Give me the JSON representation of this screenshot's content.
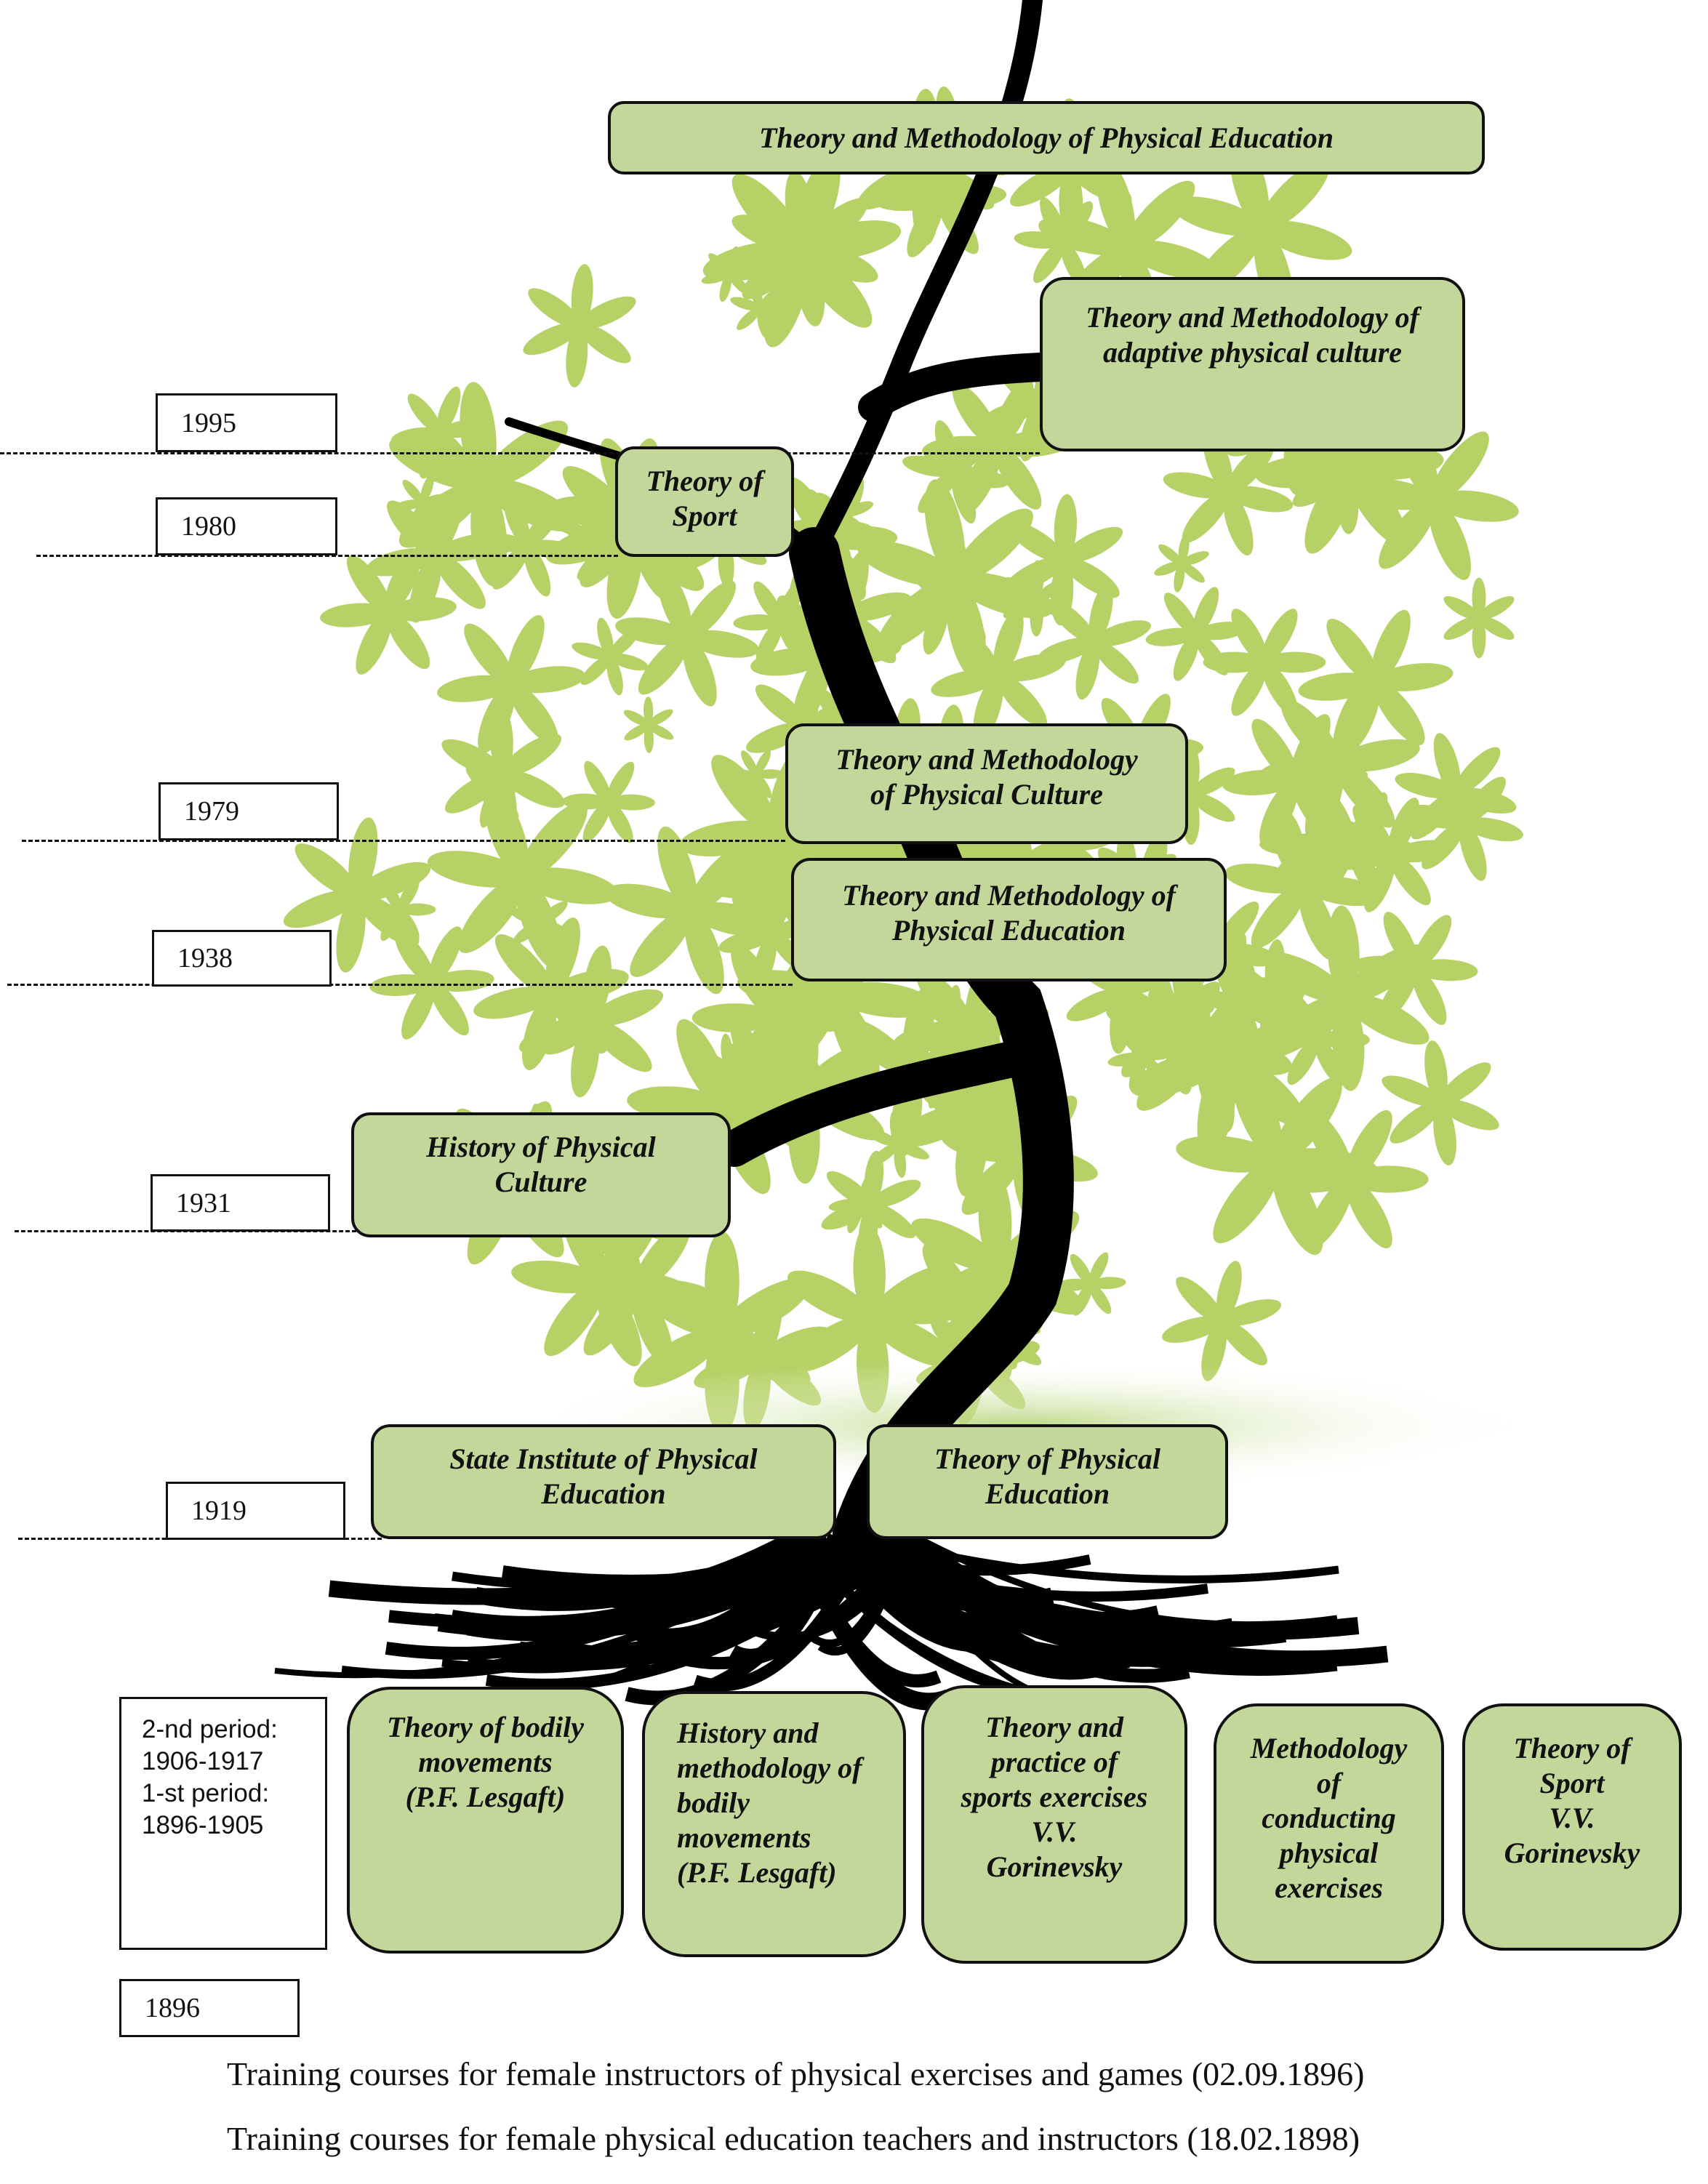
{
  "diagram": {
    "title_nodes": {
      "top": "Theory and Methodology of Physical Education",
      "adaptive": "Theory and Methodology of\nadaptive physical culture",
      "sport": "Theory of\nSport",
      "physical_culture": "Theory and Methodology\nof Physical Culture",
      "physical_education_1938": "Theory and Methodology of\nPhysical Education",
      "history": "History of Physical\nCulture",
      "state_institute": "State Institute of Physical\nEducation",
      "theory_pe": "Theory of Physical\nEducation"
    },
    "years": [
      "1995",
      "1980",
      "1979",
      "1938",
      "1931",
      "1919",
      "1896"
    ],
    "periods": "2-nd period:\n1906-1917\n1-st period:\n1896-1905",
    "root_nodes": [
      "Theory of bodily\nmovements\n(P.F. Lesgaft)",
      "History and\nmethodology of\nbodily\nmovements\n(P.F. Lesgaft)",
      "Theory and\npractice of\nsports exercises\nV.V.\nGorinevsky",
      "Methodology\nof\nconducting\nphysical\nexercises",
      "Theory of\nSport\nV.V.\nGorinevsky"
    ],
    "captions": [
      "Training courses for female instructors of physical exercises and games (02.09.1896)",
      "Training courses for female physical education teachers and instructors (18.02.1898)"
    ],
    "colors": {
      "node_fill": "#c4d79b",
      "leaf_green": "#a9c94a",
      "trunk": "#000000"
    }
  }
}
